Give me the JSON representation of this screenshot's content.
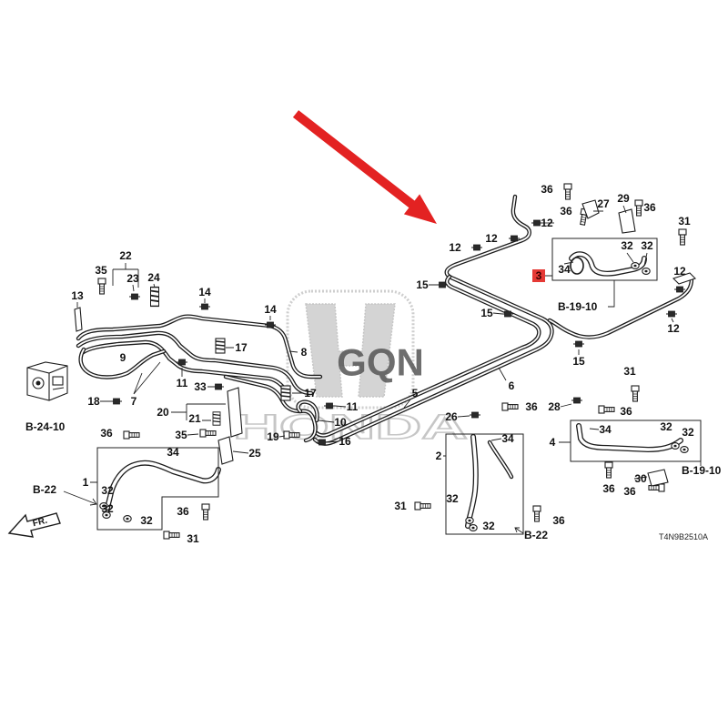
{
  "diagram": {
    "callouts": [
      "36",
      "27",
      "29",
      "36",
      "36",
      "12",
      "31",
      "12",
      "12",
      "32",
      "32",
      "34",
      "3",
      "12",
      "15",
      "15",
      "12",
      "15",
      "22",
      "35",
      "23",
      "24",
      "13",
      "14",
      "14",
      "9",
      "17",
      "8",
      "11",
      "33",
      "17",
      "5",
      "6",
      "31",
      "18",
      "7",
      "11",
      "28",
      "36",
      "36",
      "20",
      "21",
      "26",
      "10",
      "34",
      "32",
      "32",
      "36",
      "35",
      "19",
      "16",
      "34",
      "4",
      "34",
      "25",
      "2",
      "30",
      "1",
      "32",
      "36",
      "36",
      "32",
      "31",
      "32",
      "36",
      "32",
      "36",
      "32",
      "31"
    ],
    "references": [
      "B-19-10",
      "B-24-10",
      "B-22",
      "B-19-10",
      "B-22"
    ],
    "front_label": "FR.",
    "diagram_code": "T4N9B2510A"
  },
  "watermark": {
    "text": "GQN",
    "logo_text": "HONDA"
  },
  "colors": {
    "pipe": "#1c1c1c",
    "highlight": "#e53935",
    "arrow": "#e32222",
    "watermark": "#8c8c8c"
  },
  "icons": [
    "abs-modulator-icon",
    "bolt-icon",
    "washer-icon",
    "clip-icon",
    "spring-icon",
    "front-arrow-icon",
    "pointer-arrow-icon"
  ]
}
